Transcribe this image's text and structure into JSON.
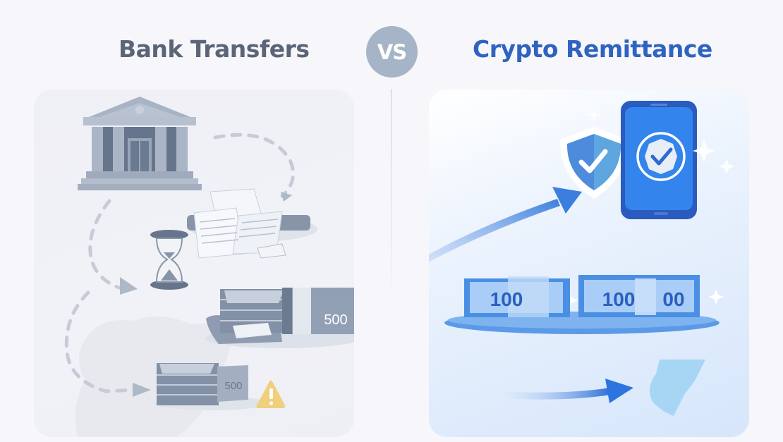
{
  "header": {
    "left_title": "Bank Transfers",
    "vs_label": "VS",
    "right_title": "Crypto Remittance"
  },
  "left_panel": {
    "theme": "bank",
    "illustrations": [
      {
        "name": "bank-building-icon"
      },
      {
        "name": "paper-documents-icon"
      },
      {
        "name": "hourglass-icon"
      },
      {
        "name": "cash-stack-large",
        "label": "500"
      },
      {
        "name": "cash-stack-small",
        "label": "500"
      },
      {
        "name": "warning-icon"
      },
      {
        "name": "dashed-path-arrows"
      }
    ],
    "cash_large_label": "500",
    "cash_small_label": "500"
  },
  "right_panel": {
    "theme": "crypto",
    "illustrations": [
      {
        "name": "shield-check-icon"
      },
      {
        "name": "smartphone-verified-icon"
      },
      {
        "name": "rising-arrow"
      },
      {
        "name": "cash-tray",
        "labels": [
          "100",
          "100",
          "00"
        ]
      },
      {
        "name": "map-arrow"
      }
    ],
    "cash_labels": [
      "100",
      "100",
      "00"
    ]
  },
  "colors": {
    "background": "#f6f6fb",
    "left_title": "#5a6577",
    "right_title": "#2f63c0",
    "vs_circle": "#a6b4c7",
    "bank_grey": "#8b99ad",
    "bank_dark": "#5f6e84",
    "crypto_blue": "#2e74e0",
    "warning": "#f0cf7d"
  }
}
